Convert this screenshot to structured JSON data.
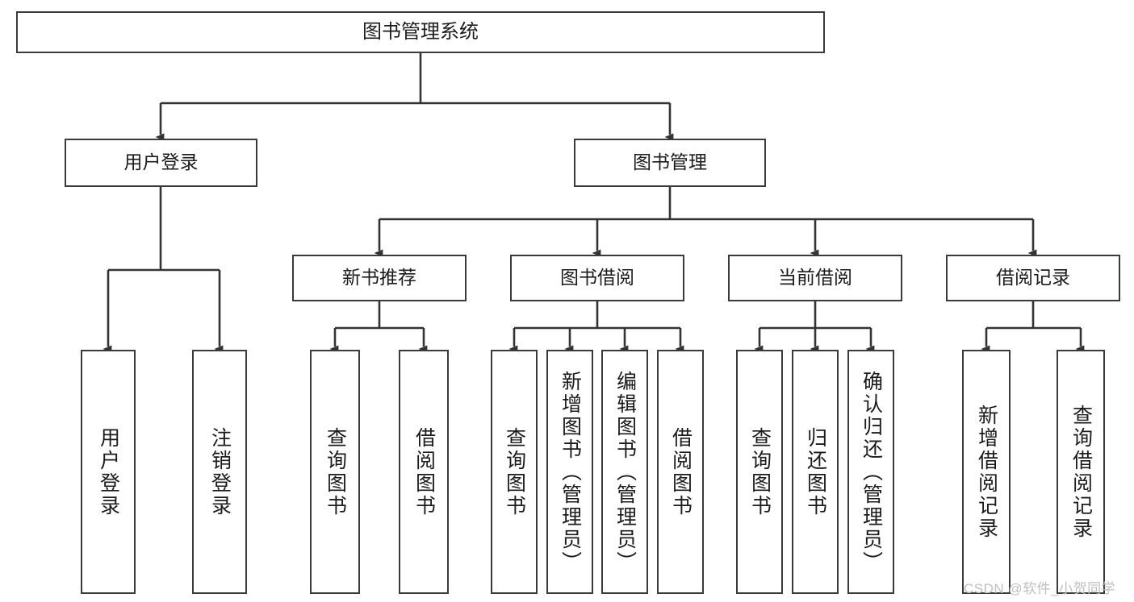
{
  "diagram": {
    "title": "图书管理系统",
    "type": "tree-hierarchy",
    "orientation": "top-down",
    "colors": {
      "box_border": "#3a3a3a",
      "box_fill": "#ffffff",
      "connector": "#333333",
      "text": "#1b1b1b",
      "watermark": "#bfbfbf",
      "background": "#ffffff"
    }
  },
  "nodes": {
    "root": {
      "label": "图书管理系统"
    },
    "level2": [
      {
        "id": "user-login",
        "label": "用户登录"
      },
      {
        "id": "book-management",
        "label": "图书管理"
      }
    ],
    "level3": [
      {
        "id": "new-book-recommend",
        "label": "新书推荐"
      },
      {
        "id": "book-borrow",
        "label": "图书借阅"
      },
      {
        "id": "current-borrow",
        "label": "当前借阅"
      },
      {
        "id": "borrow-record",
        "label": "借阅记录"
      }
    ],
    "leaves": {
      "user_login": [
        {
          "id": "leaf-user-login",
          "label": "用户登录"
        },
        {
          "id": "leaf-logout-login",
          "label": "注销登录"
        }
      ],
      "new_book_recommend": [
        {
          "id": "leaf-query-book-1",
          "label": "查询图书"
        },
        {
          "id": "leaf-borrow-book-1",
          "label": "借阅图书"
        }
      ],
      "book_borrow": [
        {
          "id": "leaf-query-book-2",
          "label": "查询图书"
        },
        {
          "id": "leaf-add-book",
          "label": "新增图书（管理员）"
        },
        {
          "id": "leaf-edit-book",
          "label": "编辑图书（管理员）"
        },
        {
          "id": "leaf-borrow-book-2",
          "label": "借阅图书"
        }
      ],
      "current_borrow": [
        {
          "id": "leaf-query-book-3",
          "label": "查询图书"
        },
        {
          "id": "leaf-return-book",
          "label": "归还图书"
        },
        {
          "id": "leaf-confirm-return",
          "label": "确认归还（管理员）"
        }
      ],
      "borrow_record": [
        {
          "id": "leaf-add-borrow-record",
          "label": "新增借阅记录"
        },
        {
          "id": "leaf-query-borrow-record",
          "label": "查询借阅记录"
        }
      ]
    }
  },
  "watermark": {
    "text": "CSDN @软件_小贺同学"
  }
}
